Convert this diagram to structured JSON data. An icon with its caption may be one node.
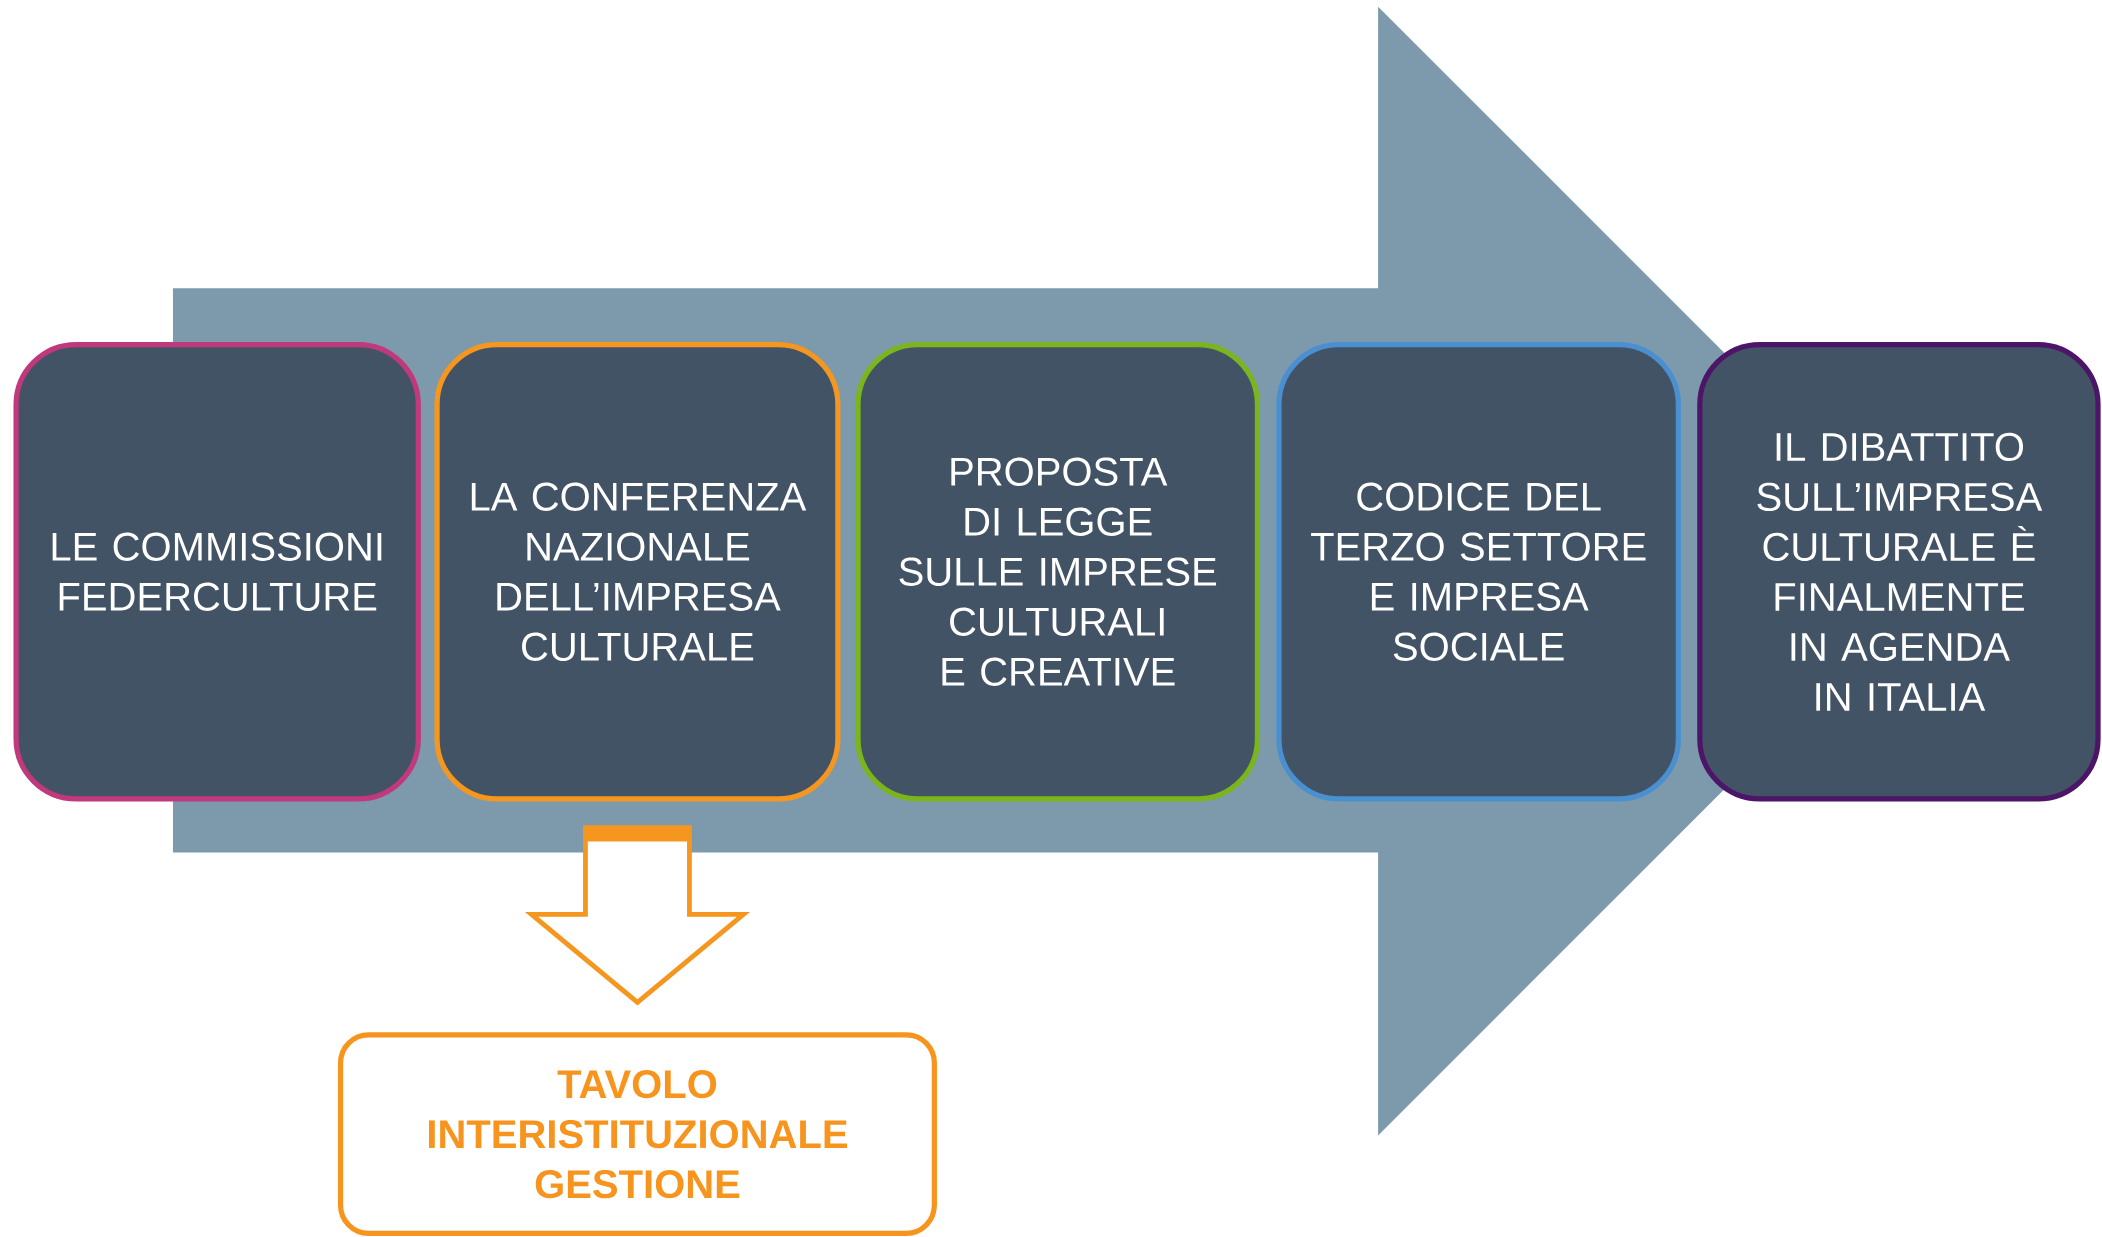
{
  "diagram": {
    "nodes": [
      {
        "text": [
          "LE COMMISSIONI FEDERCULTURE"
        ]
      },
      {
        "text": [
          "LA CONFERENZA NAZIONALE DELL’IMPRESA CULTURALE"
        ]
      },
      {
        "text": [
          "PROPOSTA DI LEGGE SULLE IMPRESE CULTURALI E CREATIVE"
        ]
      },
      {
        "text": [
          "CODICE DEL TERZO SETTORE E IMPRESA SOCIALE"
        ]
      },
      {
        "text": [
          "IL DIBATTITO SULL’IMPRESA CULTURALE È FINALMENTE IN AGENDA IN ITALIA"
        ]
      },
      {
        "text": [
          "TAVOLO INTERISTITUZIONALE GESTIONE"
        ]
      }
    ],
    "edges": [
      {
        "from": 0,
        "to": 4,
        "arrow": "to"
      },
      {
        "from": 1,
        "to": 5,
        "arrow": "to"
      }
    ]
  }
}
